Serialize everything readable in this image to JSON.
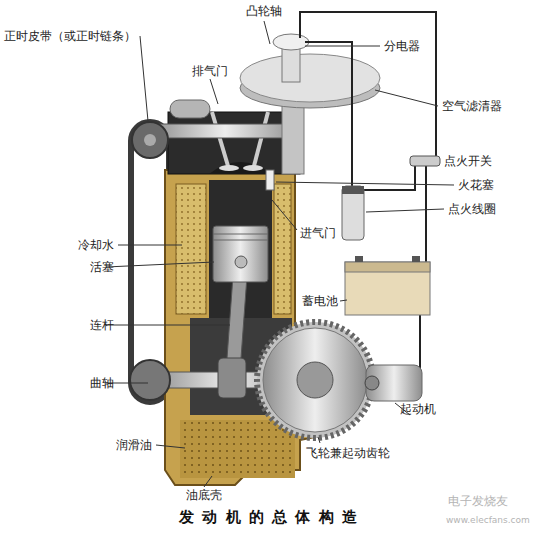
{
  "diagram": {
    "title": "发动机的总体构造",
    "labels": [
      "凸轮轴",
      "正时皮带（或正时链条）",
      "排气门",
      "分电器",
      "空气滤清器",
      "点火开关",
      "火花塞",
      "点火线圈",
      "冷却水",
      "活塞",
      "进气门",
      "蓄电池",
      "连杆",
      "曲轴",
      "起动机",
      "润滑油",
      "油底壳",
      "飞轮兼起动齿轮",
      "电子发烧友",
      "www.elecfans.com"
    ]
  }
}
